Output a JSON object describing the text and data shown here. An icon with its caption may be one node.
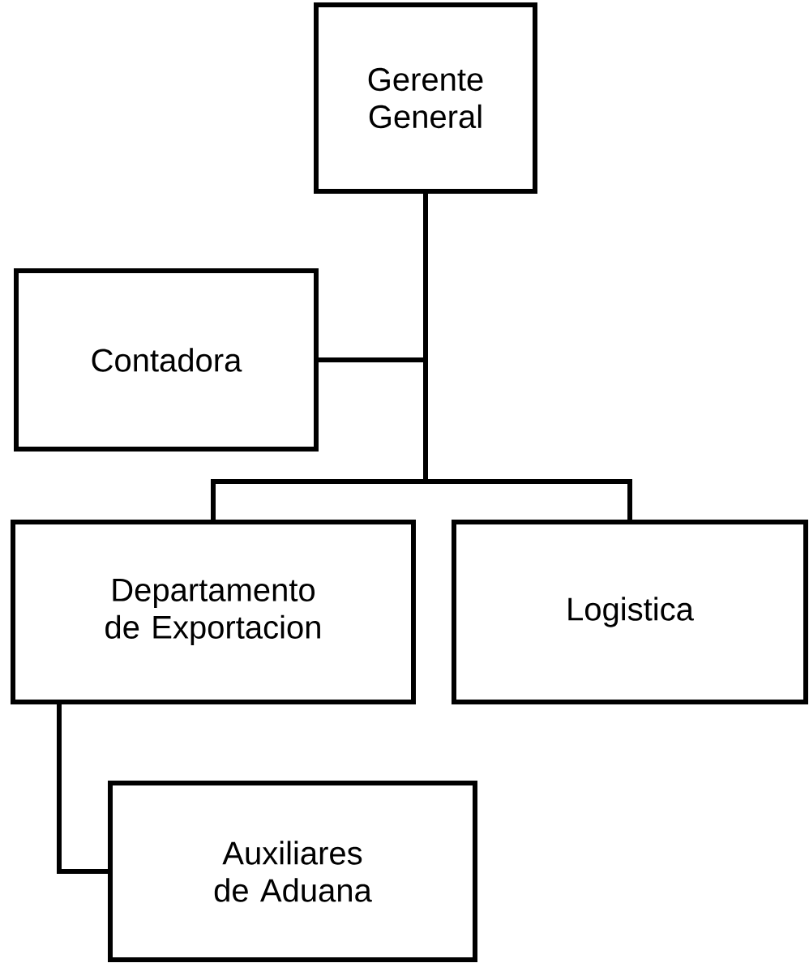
{
  "diagram": {
    "nodes": [
      {
        "text": [
          "Gerente General"
        ]
      },
      {
        "text": [
          "Contadora"
        ]
      },
      {
        "text": [
          "Departamento de Exportacion"
        ]
      },
      {
        "text": [
          "Logistica"
        ]
      },
      {
        "text": [
          "Auxiliares de Aduana"
        ]
      }
    ],
    "edges": [
      {
        "from": 0,
        "to": 1,
        "arrow": "none"
      },
      {
        "from": 0,
        "to": 2,
        "arrow": "none"
      },
      {
        "from": 0,
        "to": 3,
        "arrow": "none"
      },
      {
        "from": 2,
        "to": 4,
        "arrow": "none"
      }
    ]
  }
}
